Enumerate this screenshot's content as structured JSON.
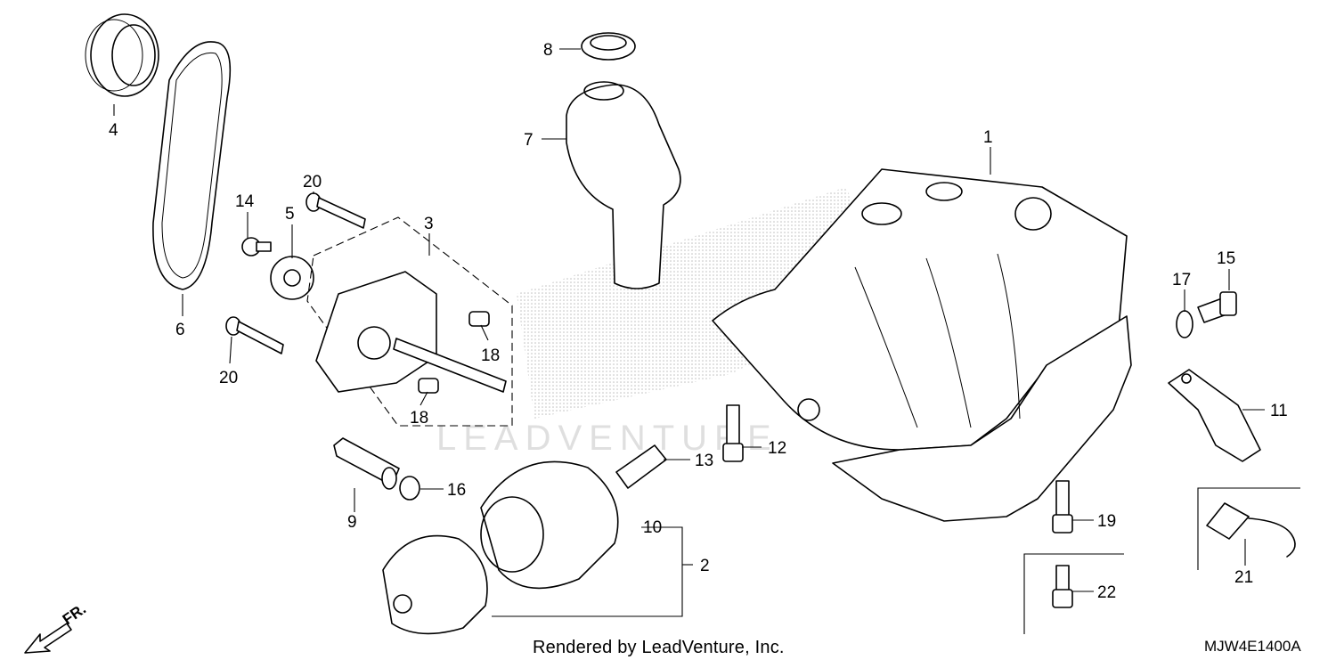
{
  "callouts": [
    {
      "id": "1",
      "text": "1"
    },
    {
      "id": "2",
      "text": "2"
    },
    {
      "id": "3",
      "text": "3"
    },
    {
      "id": "4",
      "text": "4"
    },
    {
      "id": "5",
      "text": "5"
    },
    {
      "id": "6",
      "text": "6"
    },
    {
      "id": "7",
      "text": "7"
    },
    {
      "id": "8",
      "text": "8"
    },
    {
      "id": "9",
      "text": "9"
    },
    {
      "id": "10",
      "text": "10"
    },
    {
      "id": "11",
      "text": "11"
    },
    {
      "id": "12",
      "text": "12"
    },
    {
      "id": "13",
      "text": "13"
    },
    {
      "id": "14",
      "text": "14"
    },
    {
      "id": "15",
      "text": "15"
    },
    {
      "id": "16",
      "text": "16"
    },
    {
      "id": "17",
      "text": "17"
    },
    {
      "id": "18a",
      "text": "18"
    },
    {
      "id": "18b",
      "text": "18"
    },
    {
      "id": "19",
      "text": "19"
    },
    {
      "id": "20a",
      "text": "20"
    },
    {
      "id": "20b",
      "text": "20"
    },
    {
      "id": "21",
      "text": "21"
    },
    {
      "id": "22",
      "text": "22"
    }
  ],
  "footer": {
    "credit": "Rendered by LeadVenture, Inc.",
    "diagram_code": "MJW4E1400A"
  },
  "direction_marker": {
    "label": "FR.",
    "icon": "front-direction-arrow-icon"
  },
  "watermark_text": "LEADVENTURE"
}
